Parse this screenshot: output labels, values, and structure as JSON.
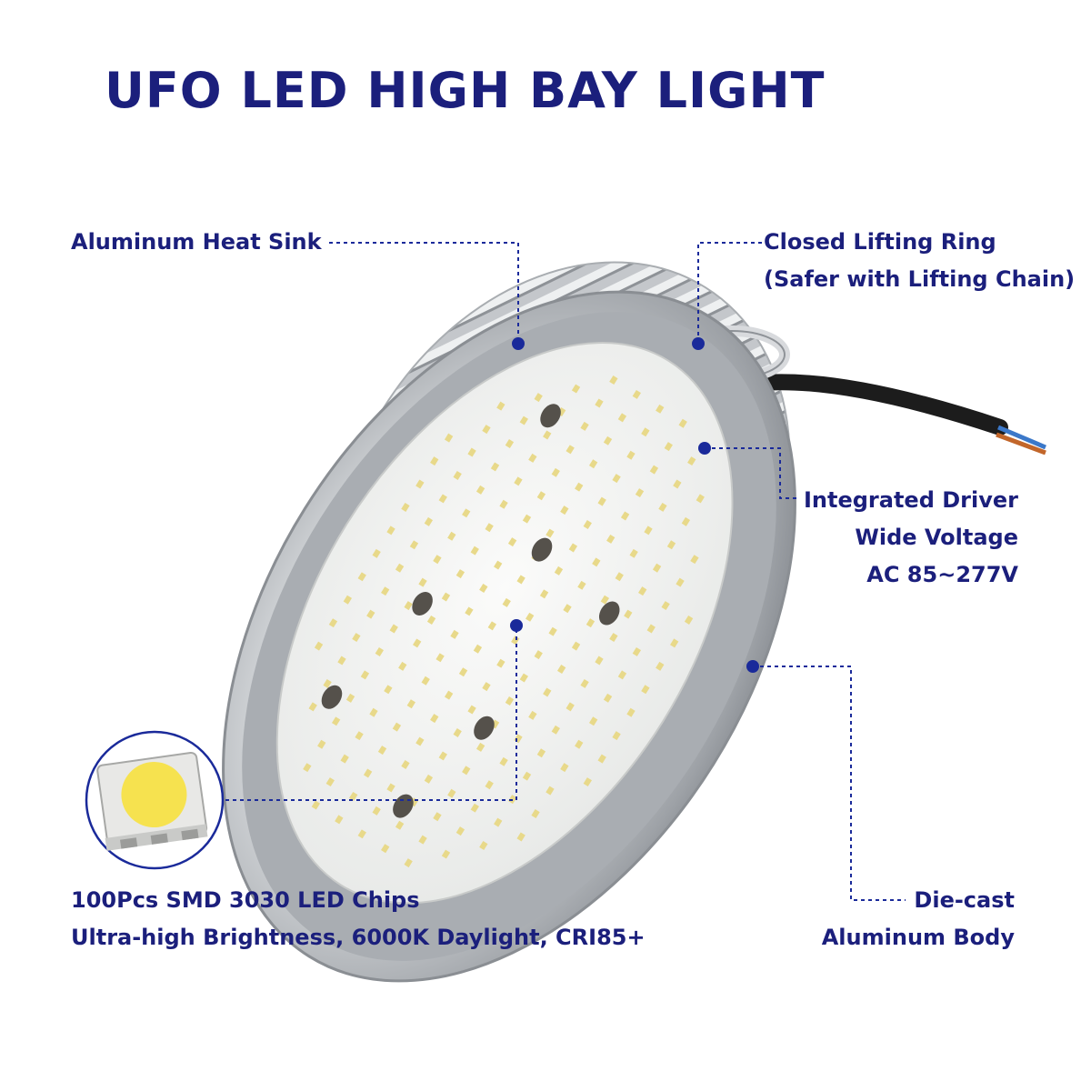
{
  "title": "UFO LED HIGH BAY LIGHT",
  "colors": {
    "label": "#1b1f7c",
    "leader_dot": "#1a2a9a",
    "housing": "#b9bcc0",
    "led_panel": "#f3f4f2"
  },
  "labels": {
    "heat_sink": "Aluminum Heat Sink",
    "lifting_ring": [
      "Closed Lifting Ring",
      "(Safer with Lifting Chain)"
    ],
    "driver": [
      "Integrated Driver",
      "Wide Voltage",
      "AC 85~277V"
    ],
    "led_chips": [
      "100Pcs SMD 3030 LED Chips",
      "Ultra-high Brightness, 6000K Daylight, CRI85+"
    ],
    "body": [
      "Die-cast",
      "Aluminum Body"
    ]
  },
  "icons": [
    "led-chip-icon",
    "light-fixture-illustration"
  ]
}
